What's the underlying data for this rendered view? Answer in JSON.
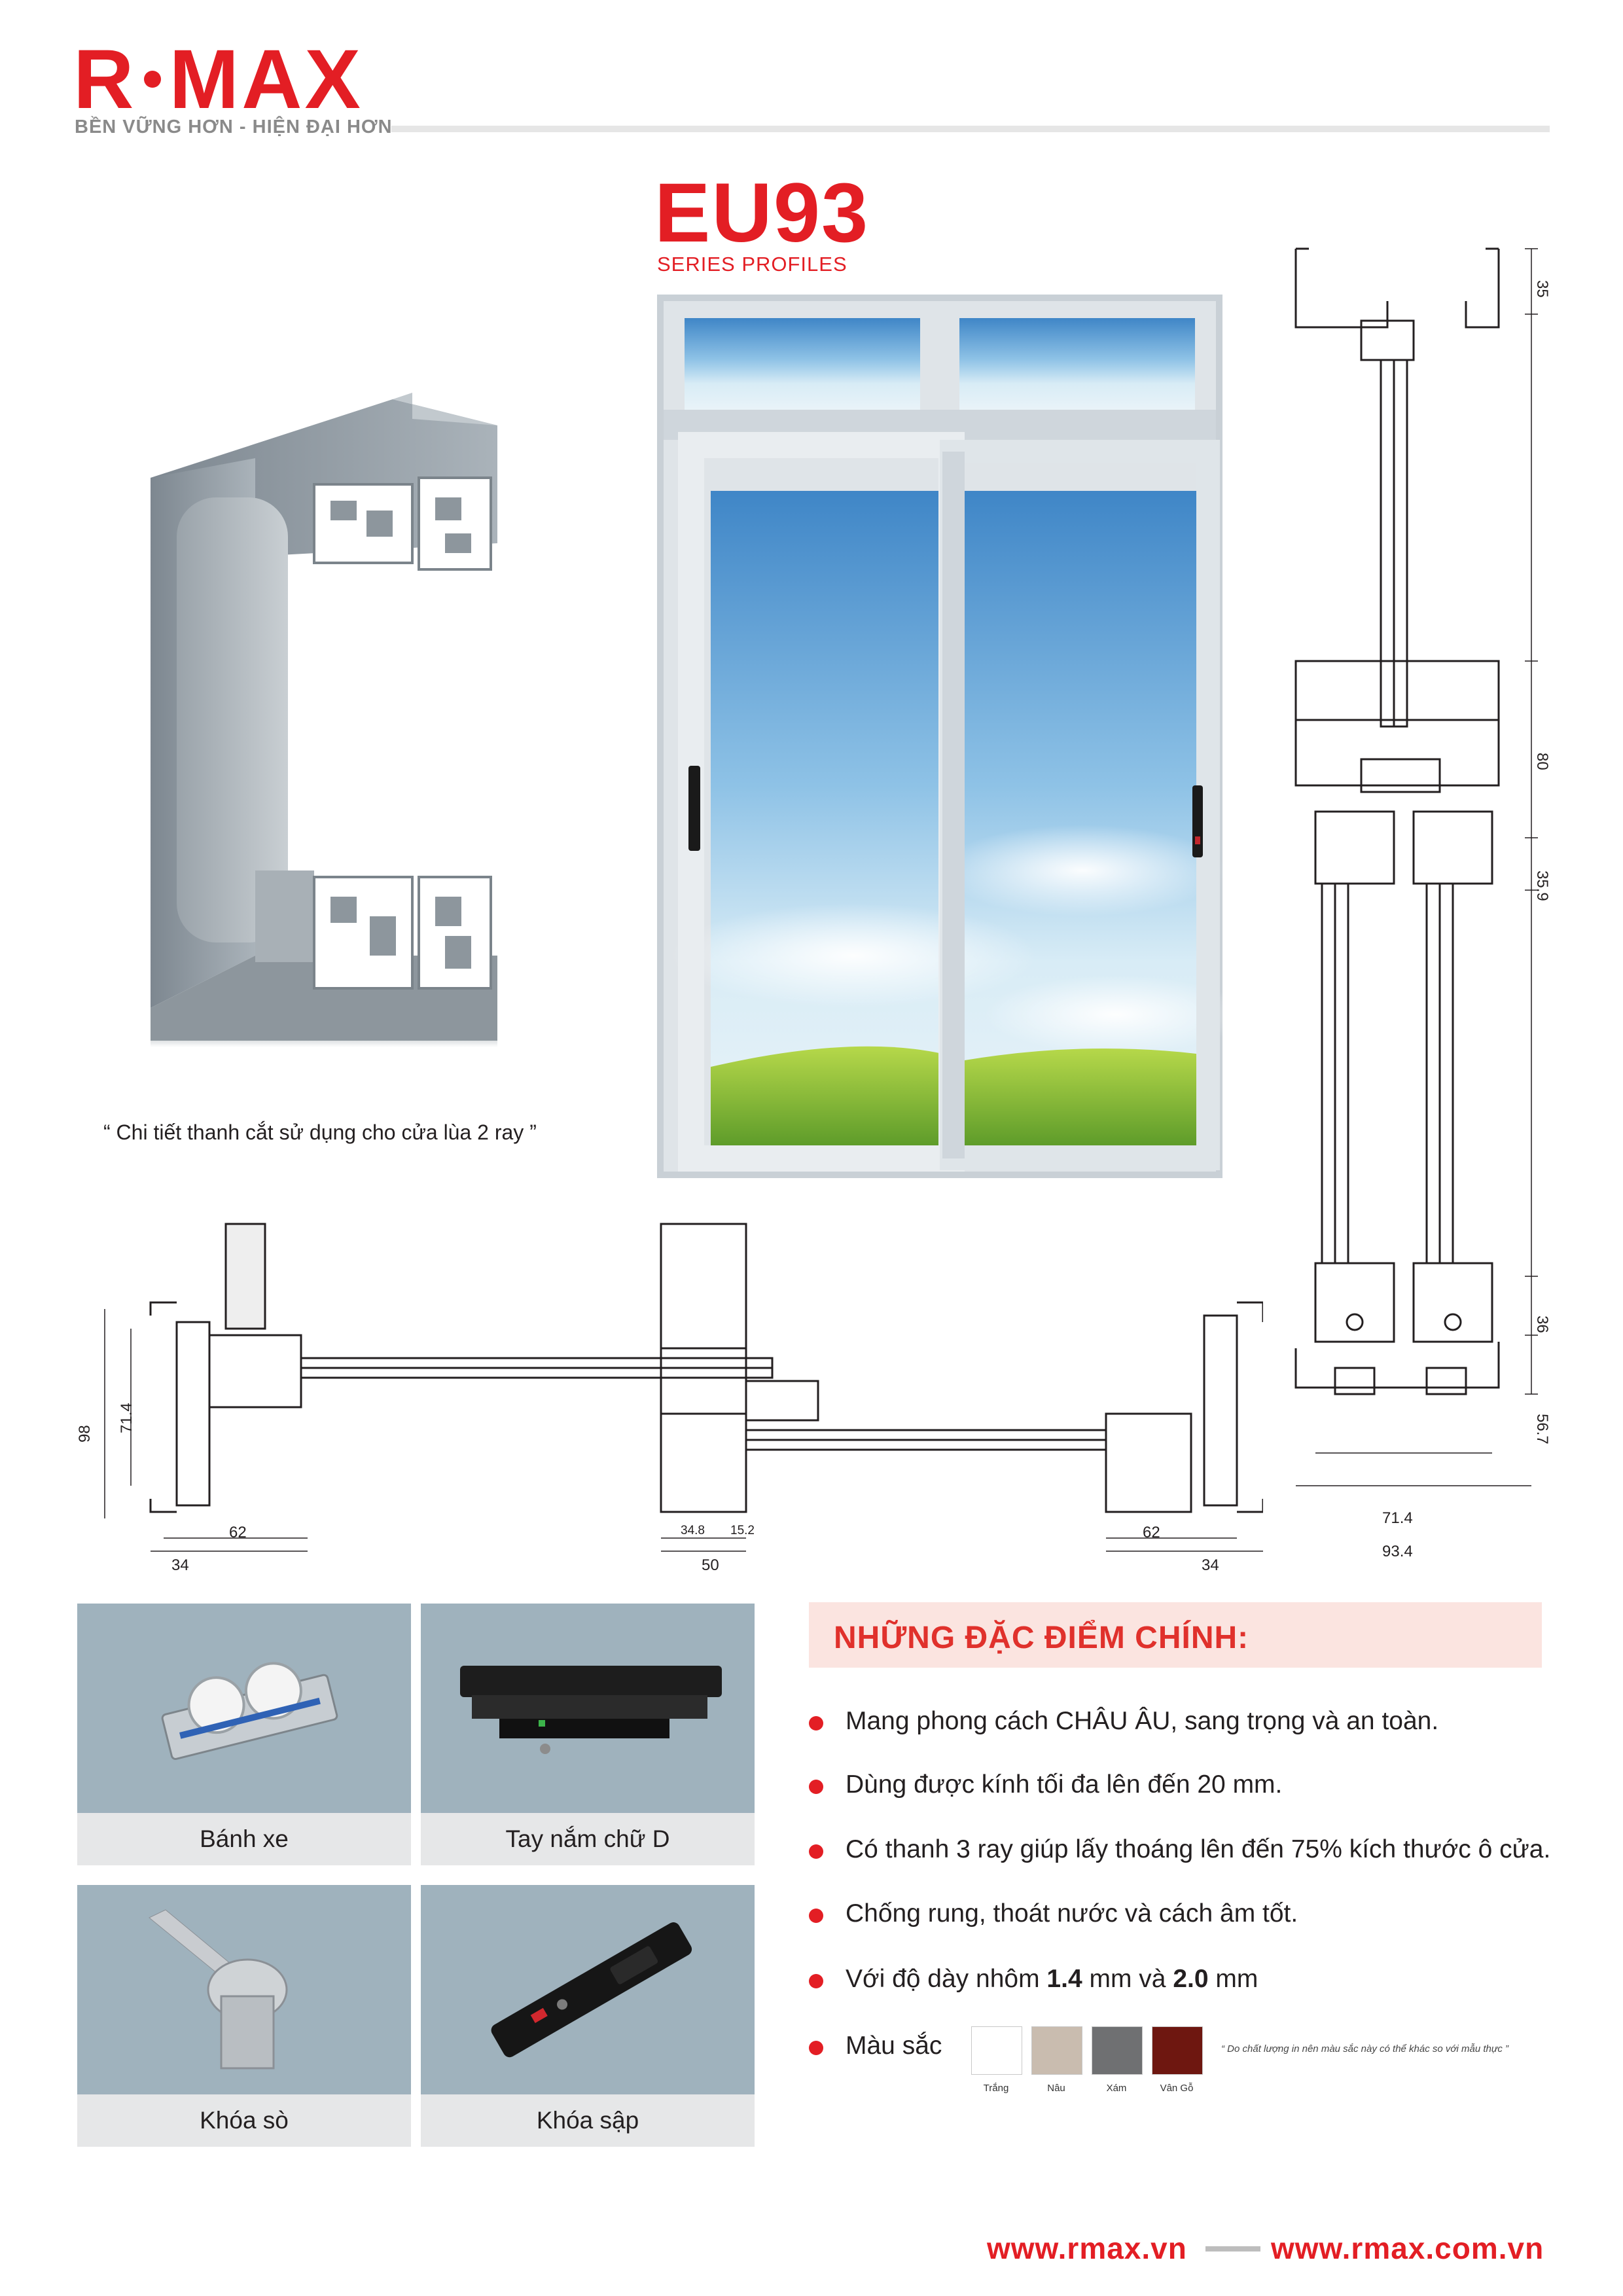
{
  "brand": {
    "logo_left": "R",
    "logo_right": "MAX",
    "tagline": "BỀN VỮNG HƠN - HIỆN ĐẠI HƠN",
    "accent_color": "#e31e24"
  },
  "product": {
    "model": "EU93",
    "series": "SERIES PROFILES"
  },
  "caption": "“ Chi tiết thanh cắt sử dụng cho cửa lùa 2 ray ”",
  "horizontal_section": {
    "height_labels": [
      "98",
      "71.4"
    ],
    "bottom_labels": [
      "62",
      "34",
      "34.8",
      "15.2",
      "50",
      "62",
      "34"
    ]
  },
  "vertical_section": {
    "side_labels": [
      "35",
      "80",
      "35.9",
      "36",
      "56.7"
    ],
    "bottom_labels": [
      "71.4",
      "93.4"
    ]
  },
  "accessories": [
    {
      "label": "Bánh xe",
      "icon": "roller-wheel-icon"
    },
    {
      "label": "Tay nắm chữ D",
      "icon": "d-handle-icon"
    },
    {
      "label": "Khóa sò",
      "icon": "crescent-lock-icon"
    },
    {
      "label": "Khóa sập",
      "icon": "latch-lock-icon"
    }
  ],
  "features": {
    "title": "NHỮNG ĐẶC ĐIỂM CHÍNH:",
    "items": [
      "Mang phong cách CHÂU ÂU, sang trọng và an toàn.",
      "Dùng được kính tối đa lên đến 20 mm.",
      "Có thanh 3 ray giúp lấy thoáng lên đến 75% kích thước ô cửa.",
      "Chống rung, thoát nước và cách âm tốt."
    ],
    "thickness": {
      "prefix": "Với độ dày nhôm ",
      "value1": "1.4",
      "mid": " mm và ",
      "value2": "2.0",
      "suffix": " mm"
    },
    "colors_label": "Màu sắc",
    "colors": [
      {
        "name": "Trắng",
        "hex": "#ffffff"
      },
      {
        "name": "Nâu",
        "hex": "#c9bcaf"
      },
      {
        "name": "Xám",
        "hex": "#6f7072"
      },
      {
        "name": "Vân Gỗ",
        "hex": "#6e1710"
      }
    ],
    "colors_note": "“ Do chất lượng in nên màu sắc này có thể khác so với mẫu thực ”"
  },
  "footer": {
    "url1": "www.rmax.vn",
    "url2": "www.rmax.com.vn"
  }
}
